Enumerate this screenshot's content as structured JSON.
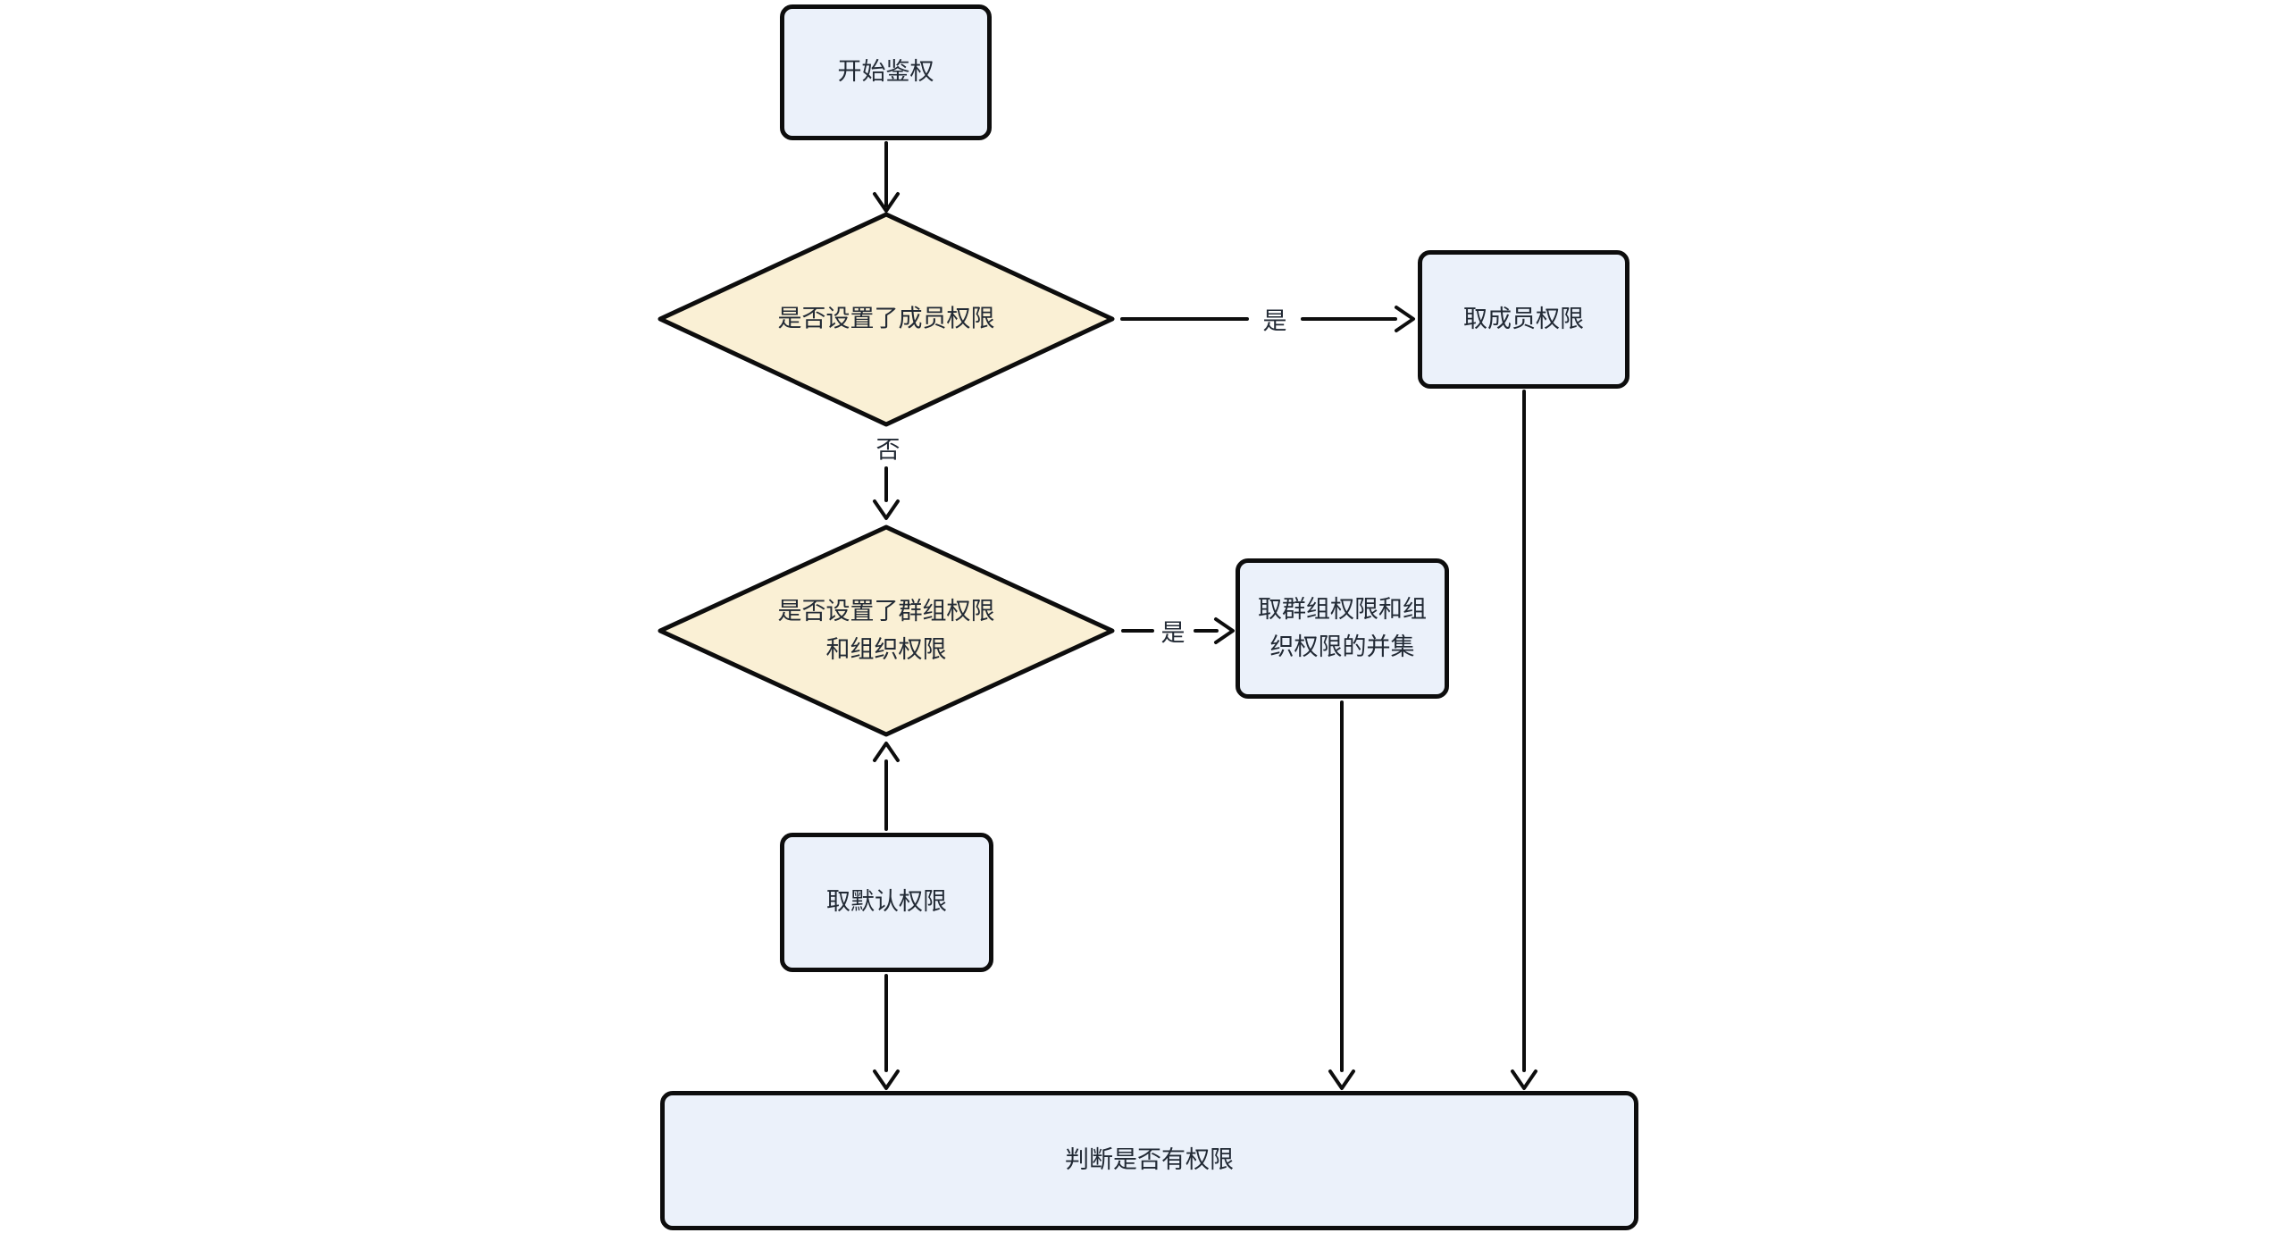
{
  "diagram": {
    "title_hint": "permission-authentication-flowchart",
    "colors": {
      "background": "#FFFFFF",
      "process_fill": "#EBF1FA",
      "decision_fill": "#FAF0D5",
      "stroke": "#0D0D0D",
      "text": "#222A35"
    },
    "nodes": {
      "start": {
        "type": "process",
        "label": "开始鉴权"
      },
      "decision_member": {
        "type": "decision",
        "label": "是否设置了成员权限"
      },
      "get_member": {
        "type": "process",
        "label": "取成员权限"
      },
      "decision_group_org": {
        "type": "decision",
        "label_line1": "是否设置了群组权限",
        "label_line2": "和组织权限"
      },
      "get_group_org_union": {
        "type": "process",
        "label_line1": "取群组权限和组",
        "label_line2": "织权限的并集"
      },
      "get_default": {
        "type": "process",
        "label": "取默认权限"
      },
      "check_permission": {
        "type": "process",
        "label": "判断是否有权限"
      }
    },
    "edge_labels": {
      "yes_member": "是",
      "no_member": "否",
      "yes_group": "是"
    }
  }
}
